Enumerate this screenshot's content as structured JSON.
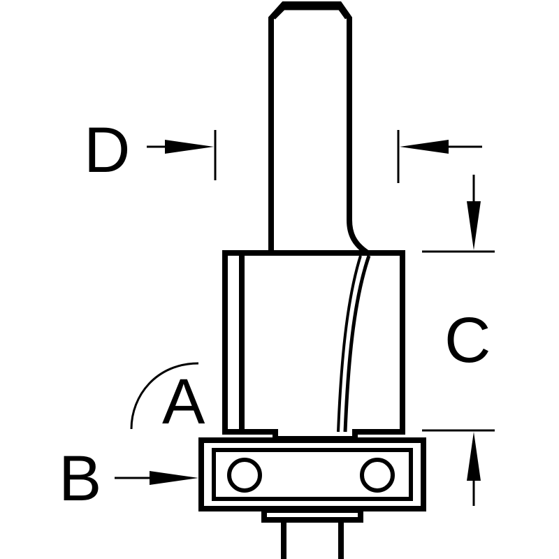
{
  "diagram": {
    "labels": {
      "a": "A",
      "b": "B",
      "c": "C",
      "d": "D"
    },
    "colors": {
      "ink": "#000000",
      "background": "#ffffff"
    }
  }
}
